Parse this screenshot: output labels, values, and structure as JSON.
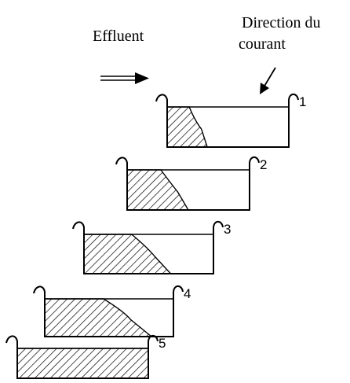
{
  "labels": {
    "effluent": "Effluent",
    "direction_line1": "Direction du",
    "direction_line2": "courant"
  },
  "basins": [
    {
      "number": "1",
      "fill_fraction": 0.33
    },
    {
      "number": "2",
      "fill_fraction": 0.5
    },
    {
      "number": "3",
      "fill_fraction": 0.67
    },
    {
      "number": "4",
      "fill_fraction": 0.83
    },
    {
      "number": "5",
      "fill_fraction": 1.0
    }
  ],
  "colors": {
    "ink": "#000000",
    "background": "#ffffff"
  }
}
